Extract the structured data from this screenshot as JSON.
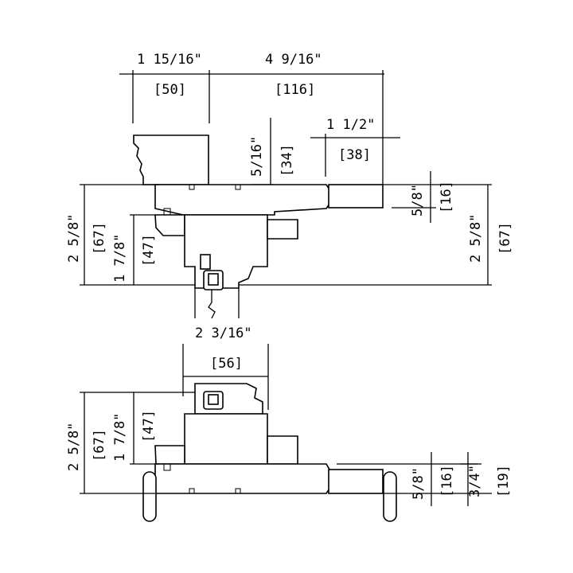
{
  "dimensions": {
    "w1_in": "1 15/16\"",
    "w1_mm": "[50]",
    "w2_in": "4 9/16\"",
    "w2_mm": "[116]",
    "rose_in": "1 1/2\"",
    "rose_mm": "[38]",
    "proj_in": "5/16\"",
    "proj_mm": "[34]",
    "lever_top_in": "5/8\"",
    "lever_top_mm": "[16]",
    "h_left_in": "2 5/8\"",
    "h_left_mm": "[67]",
    "h_inner_in": "1 7/8\"",
    "h_inner_mm": "[47]",
    "h_right_in": "2 5/8\"",
    "h_right_mm": "[67]",
    "bs_in": "2 3/16\"",
    "bs_mm": "[56]",
    "h2_left_in": "2 5/8\"",
    "h2_left_mm": "[67]",
    "h2_inner_in": "1 7/8\"",
    "h2_inner_mm": "[47]",
    "lever_bot_in": "5/8\"",
    "lever_bot_mm": "[16]",
    "rose_bot_in": "3/4\"",
    "rose_bot_mm": "[19]"
  }
}
